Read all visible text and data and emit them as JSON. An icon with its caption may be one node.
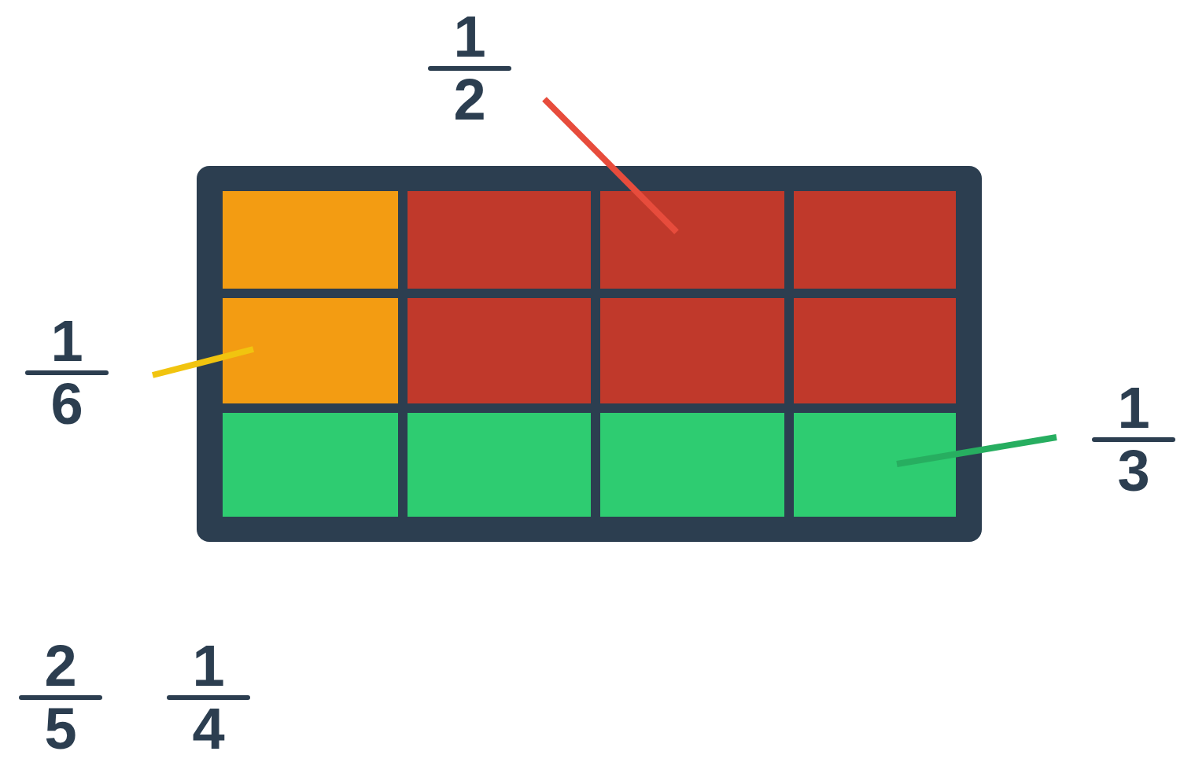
{
  "diagram": {
    "nodes": [
      {
        "text": [
          "1",
          "2"
        ]
      },
      {
        "text": [],
        "shape": "box"
      },
      {
        "text": [],
        "shape": "box",
        "in": 1
      },
      {
        "text": [],
        "shape": "box",
        "in": 1
      },
      {
        "text": [],
        "shape": "box",
        "in": 1
      },
      {
        "text": [],
        "shape": "box",
        "in": 1
      },
      {
        "text": [],
        "shape": "box",
        "in": 1
      },
      {
        "text": [],
        "shape": "box",
        "in": 1
      },
      {
        "text": [],
        "shape": "box",
        "in": 1
      },
      {
        "text": [],
        "shape": "box",
        "in": 1
      },
      {
        "text": [],
        "shape": "box",
        "in": 1
      },
      {
        "text": [],
        "shape": "box",
        "in": 1
      },
      {
        "text": [],
        "shape": "box",
        "in": 1
      },
      {
        "text": [],
        "shape": "box",
        "in": 1
      },
      {
        "text": [
          "1",
          "6"
        ]
      },
      {
        "text": [
          "1",
          "3"
        ]
      }
    ],
    "edges": [
      {
        "from": 0,
        "to": 4,
        "arrow": "none",
        "color": "#e74c3c"
      },
      {
        "from": 14,
        "to": 6,
        "arrow": "none",
        "color": "#f1c40f"
      },
      {
        "from": 15,
        "to": 13,
        "arrow": "none",
        "color": "#27ae60"
      }
    ],
    "labels": [
      "2",
      "5",
      "1",
      "4"
    ]
  }
}
